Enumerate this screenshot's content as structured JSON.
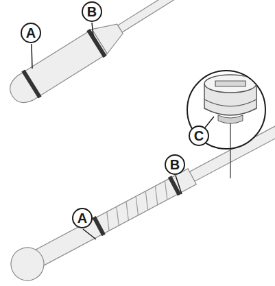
{
  "diagram": {
    "labels": [
      "B",
      "A",
      "C",
      "B",
      "A"
    ]
  }
}
